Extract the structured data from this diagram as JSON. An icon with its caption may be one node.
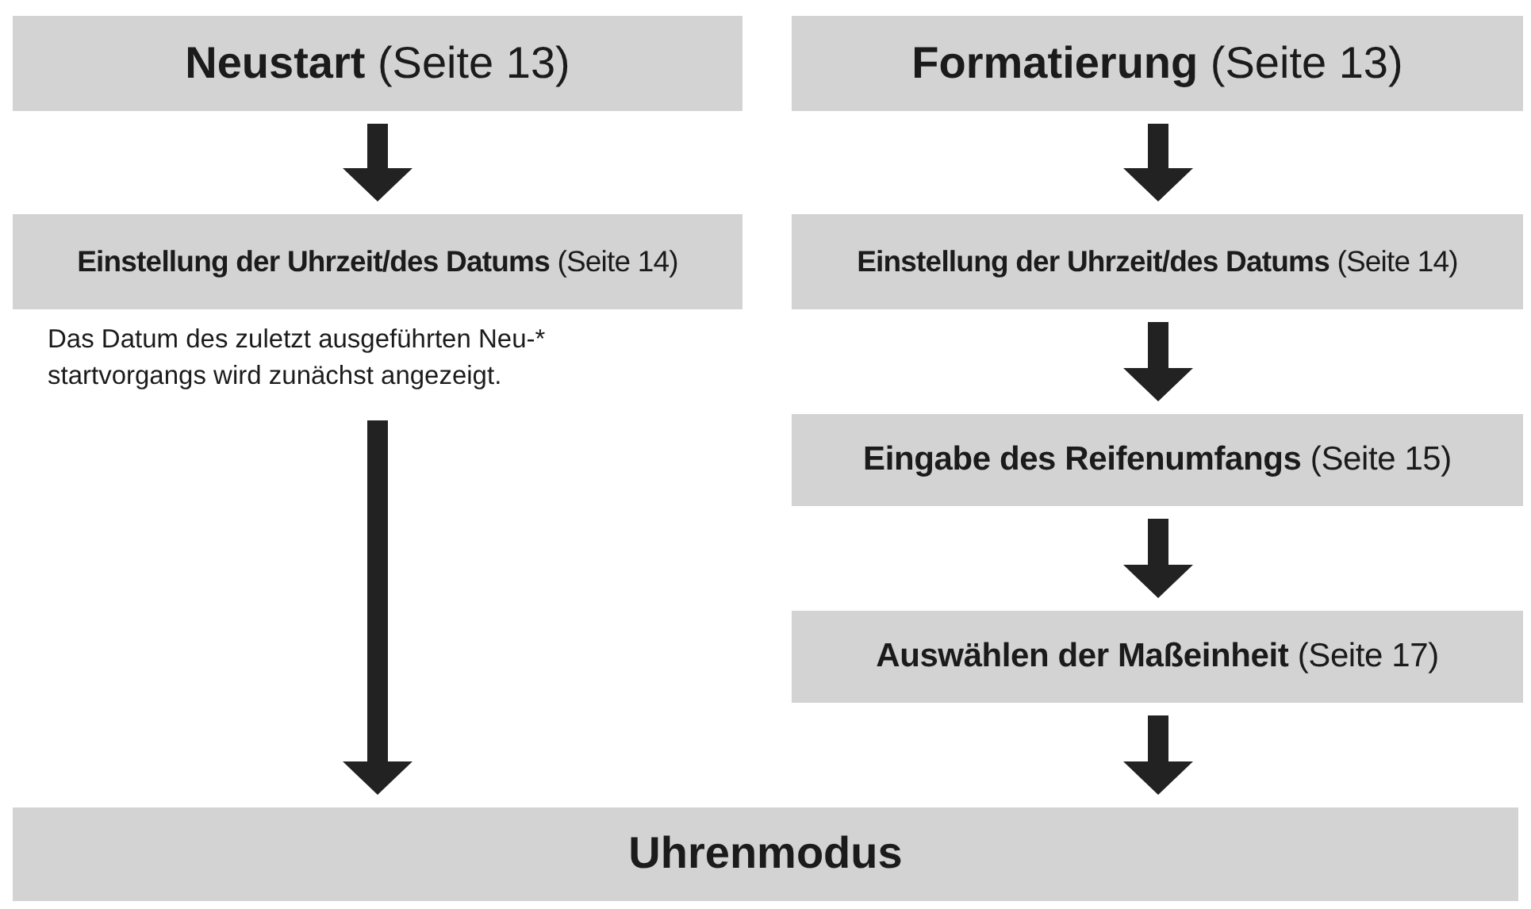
{
  "diagram": {
    "nodes": [
      {
        "text": [
          "**Neustart** (Seite 13)"
        ]
      },
      {
        "text": [
          "**Formatierung** (Seite 13)"
        ]
      },
      {
        "text": [
          "**Einstellung der Uhrzeit/des Datums** (Seite 14)"
        ],
        "beside": [
          "Das Datum des zuletzt ausgeführten Neu-* startvorgangs wird zunächst angezeigt."
        ]
      },
      {
        "text": [
          "**Einstellung der Uhrzeit/des Datums** (Seite 14)"
        ]
      },
      {
        "text": [
          "**Eingabe des Reifenumfangs** (Seite 15)"
        ]
      },
      {
        "text": [
          "**Auswählen der Maßeinheit** (Seite 17)"
        ]
      },
      {
        "text": [
          "Uhrenmodus"
        ]
      }
    ],
    "edges": [
      {
        "from": 0,
        "to": 2,
        "arrow": "to"
      },
      {
        "from": 2,
        "to": 6,
        "arrow": "to"
      },
      {
        "from": 1,
        "to": 3,
        "arrow": "to"
      },
      {
        "from": 3,
        "to": 4,
        "arrow": "to"
      },
      {
        "from": 4,
        "to": 5,
        "arrow": "to"
      },
      {
        "from": 5,
        "to": 6,
        "arrow": "to"
      }
    ]
  }
}
